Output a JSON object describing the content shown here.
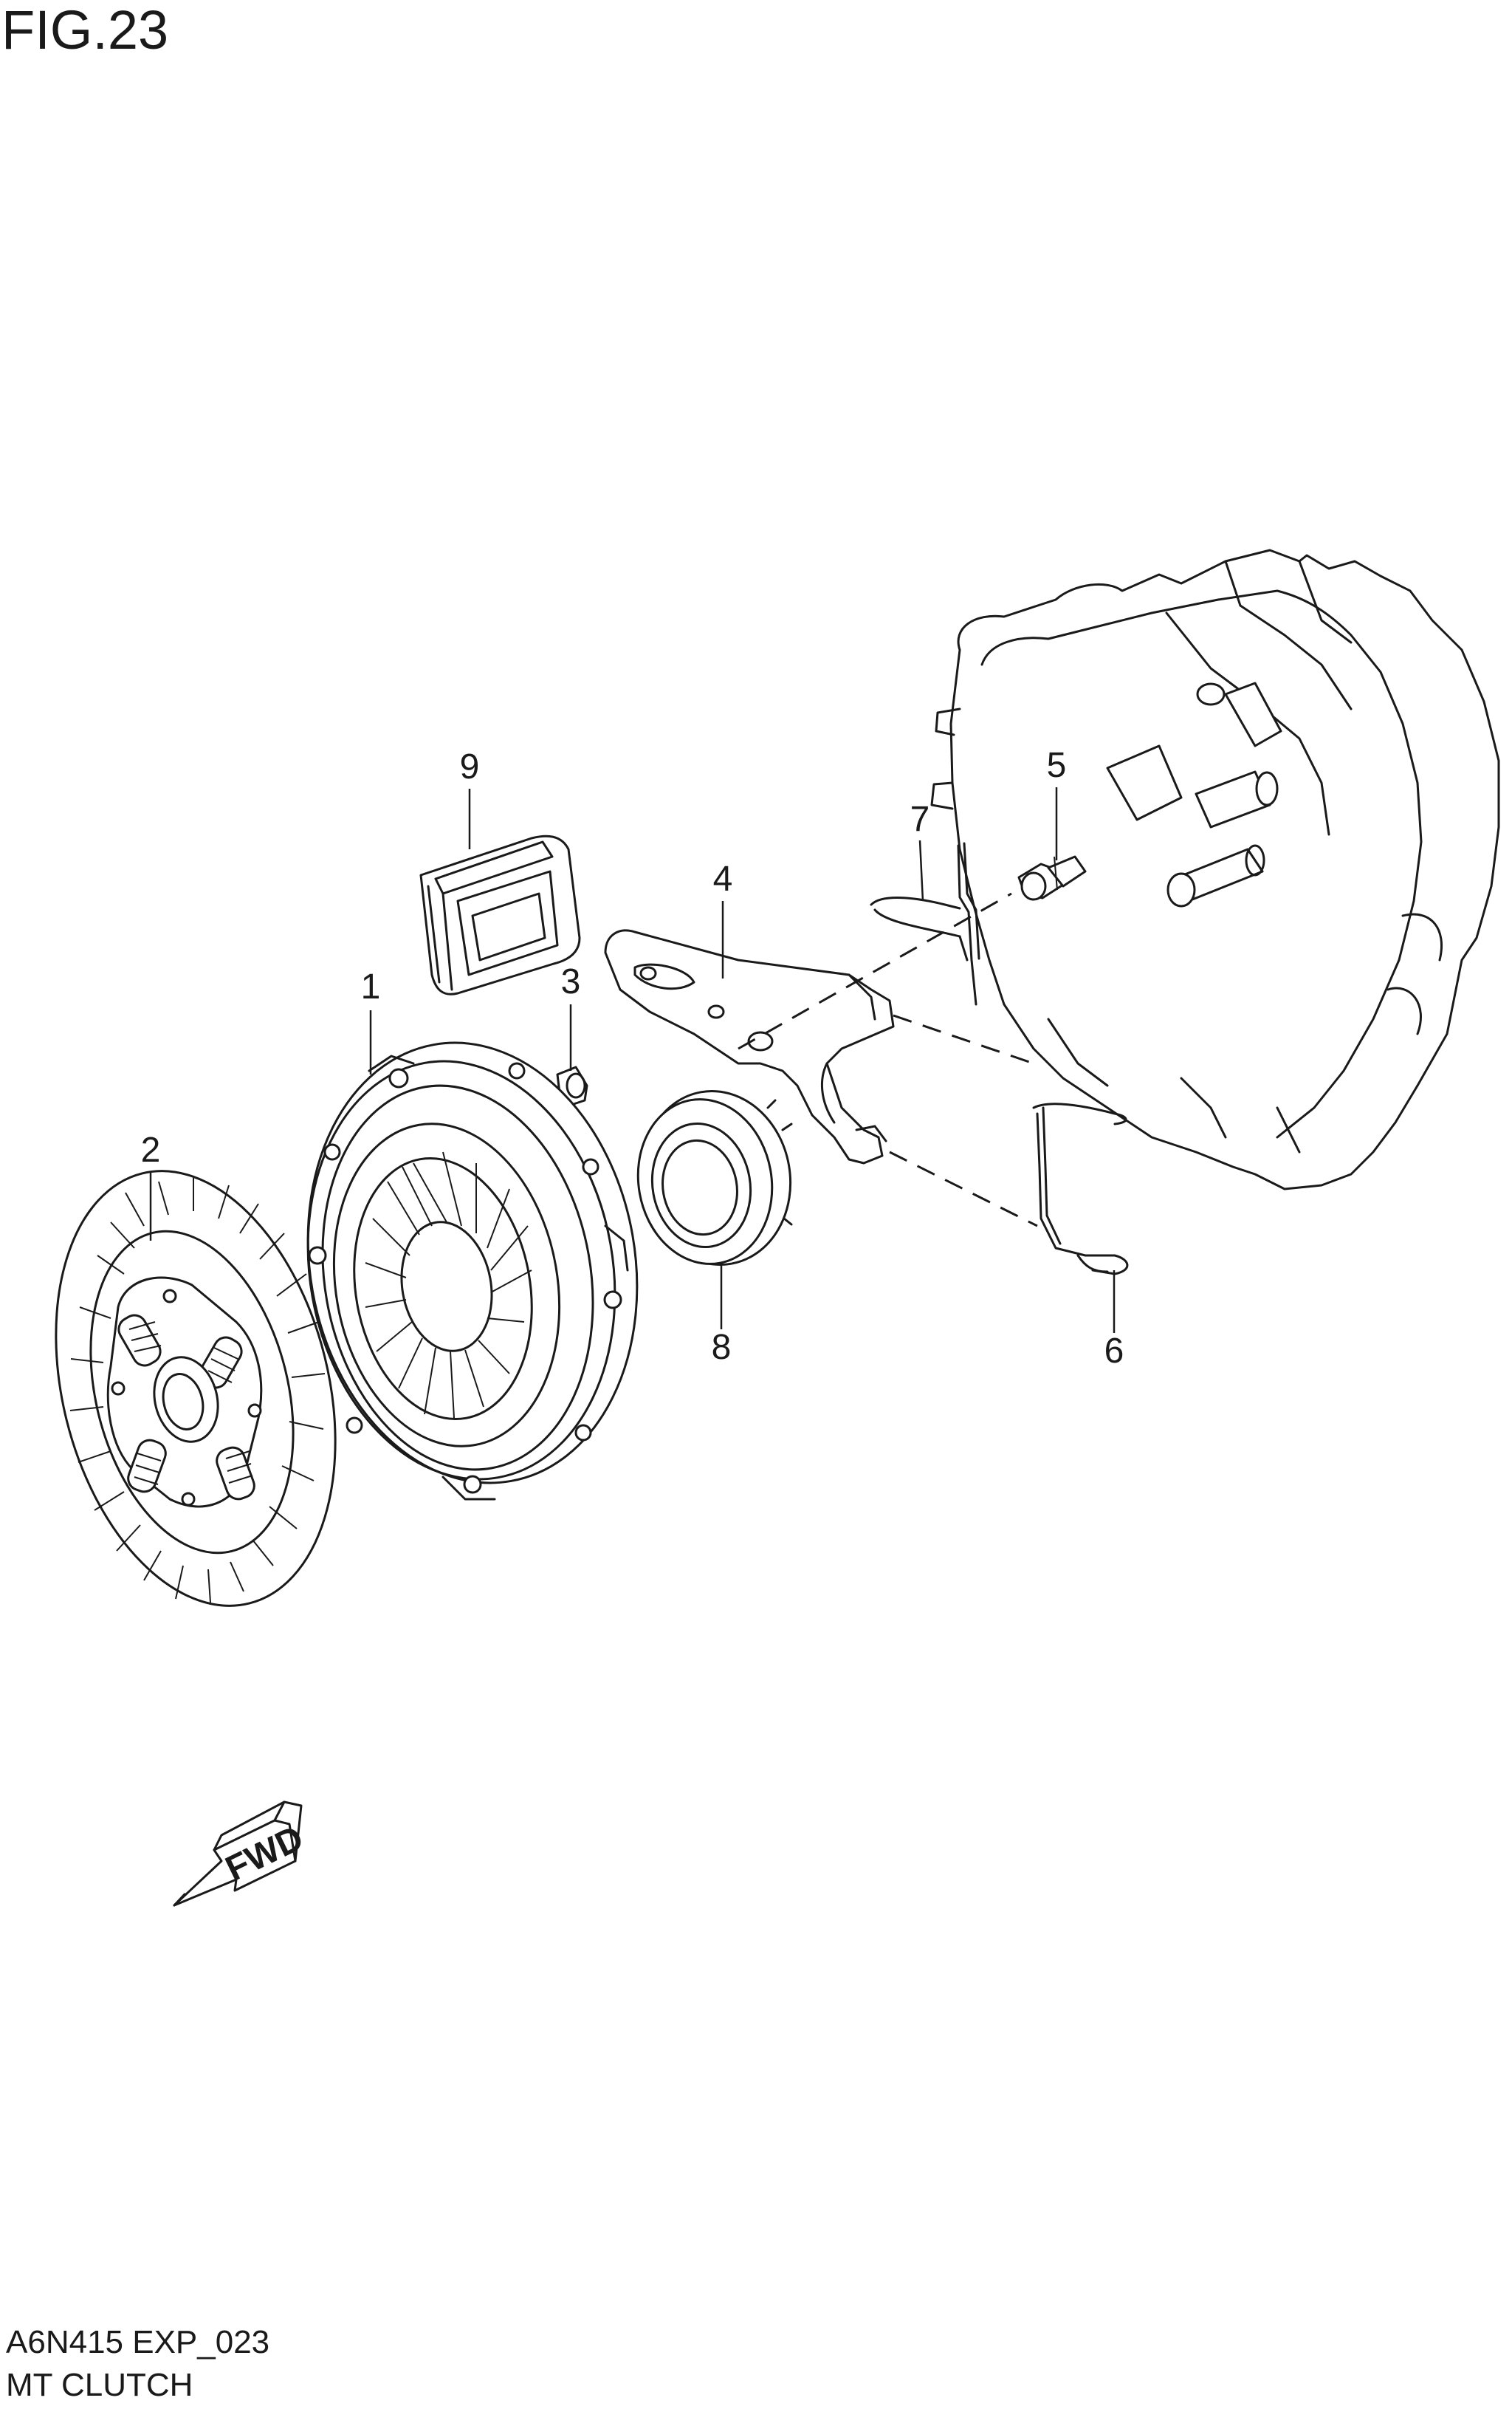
{
  "figure_title": "FIG.23",
  "footer": {
    "code": "A6N415 EXP_023",
    "caption": "MT CLUTCH"
  },
  "callouts": [
    "1",
    "2",
    "3",
    "4",
    "5",
    "6",
    "7",
    "8",
    "9"
  ],
  "fwd_label": "FWD"
}
